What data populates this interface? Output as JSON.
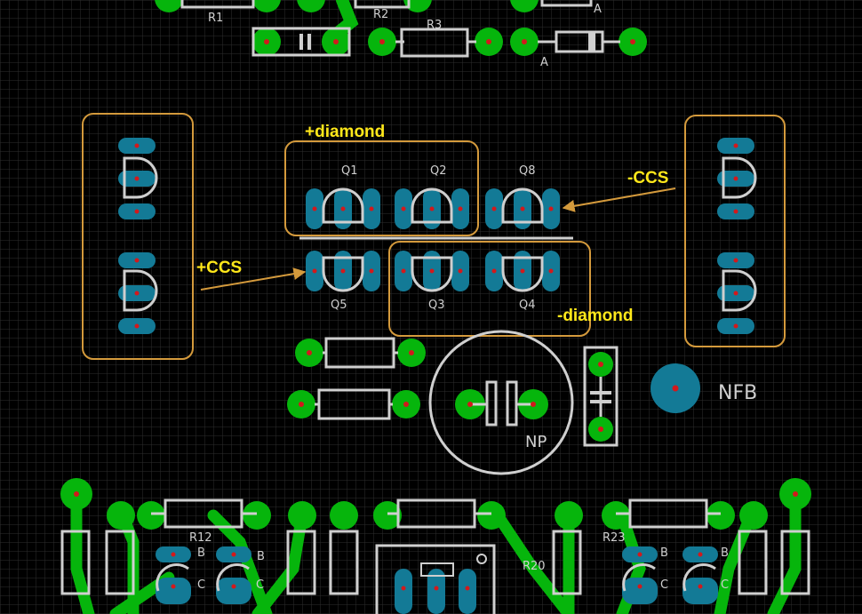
{
  "colors": {
    "background": "#000000",
    "grid": "#2e2e2e",
    "copper": "#06b50c",
    "bottom_pad": "#137a96",
    "silkscreen": "#cfcfcf",
    "drill": "#d2191c",
    "annotation_text": "#ffe81a",
    "annotation_box": "#d49a3c"
  },
  "labels": {
    "r1": "R1",
    "r2": "R2",
    "r3": "R3",
    "a_top": "A",
    "a_mid": "A",
    "q1": "Q1",
    "q2": "Q2",
    "q8": "Q8",
    "q5": "Q5",
    "q3": "Q3",
    "q4": "Q4",
    "np": "NP",
    "nfb": "NFB",
    "r12": "R12",
    "r20": "R20",
    "r23": "R23",
    "b1": "B",
    "b2": "B",
    "b3": "B",
    "b4": "B",
    "c1": "C",
    "c2": "C",
    "c3": "C",
    "c4": "C"
  },
  "annotations": {
    "plus_diamond": "+diamond",
    "minus_diamond": "-diamond",
    "plus_ccs": "+CCS",
    "minus_ccs": "-CCS"
  }
}
